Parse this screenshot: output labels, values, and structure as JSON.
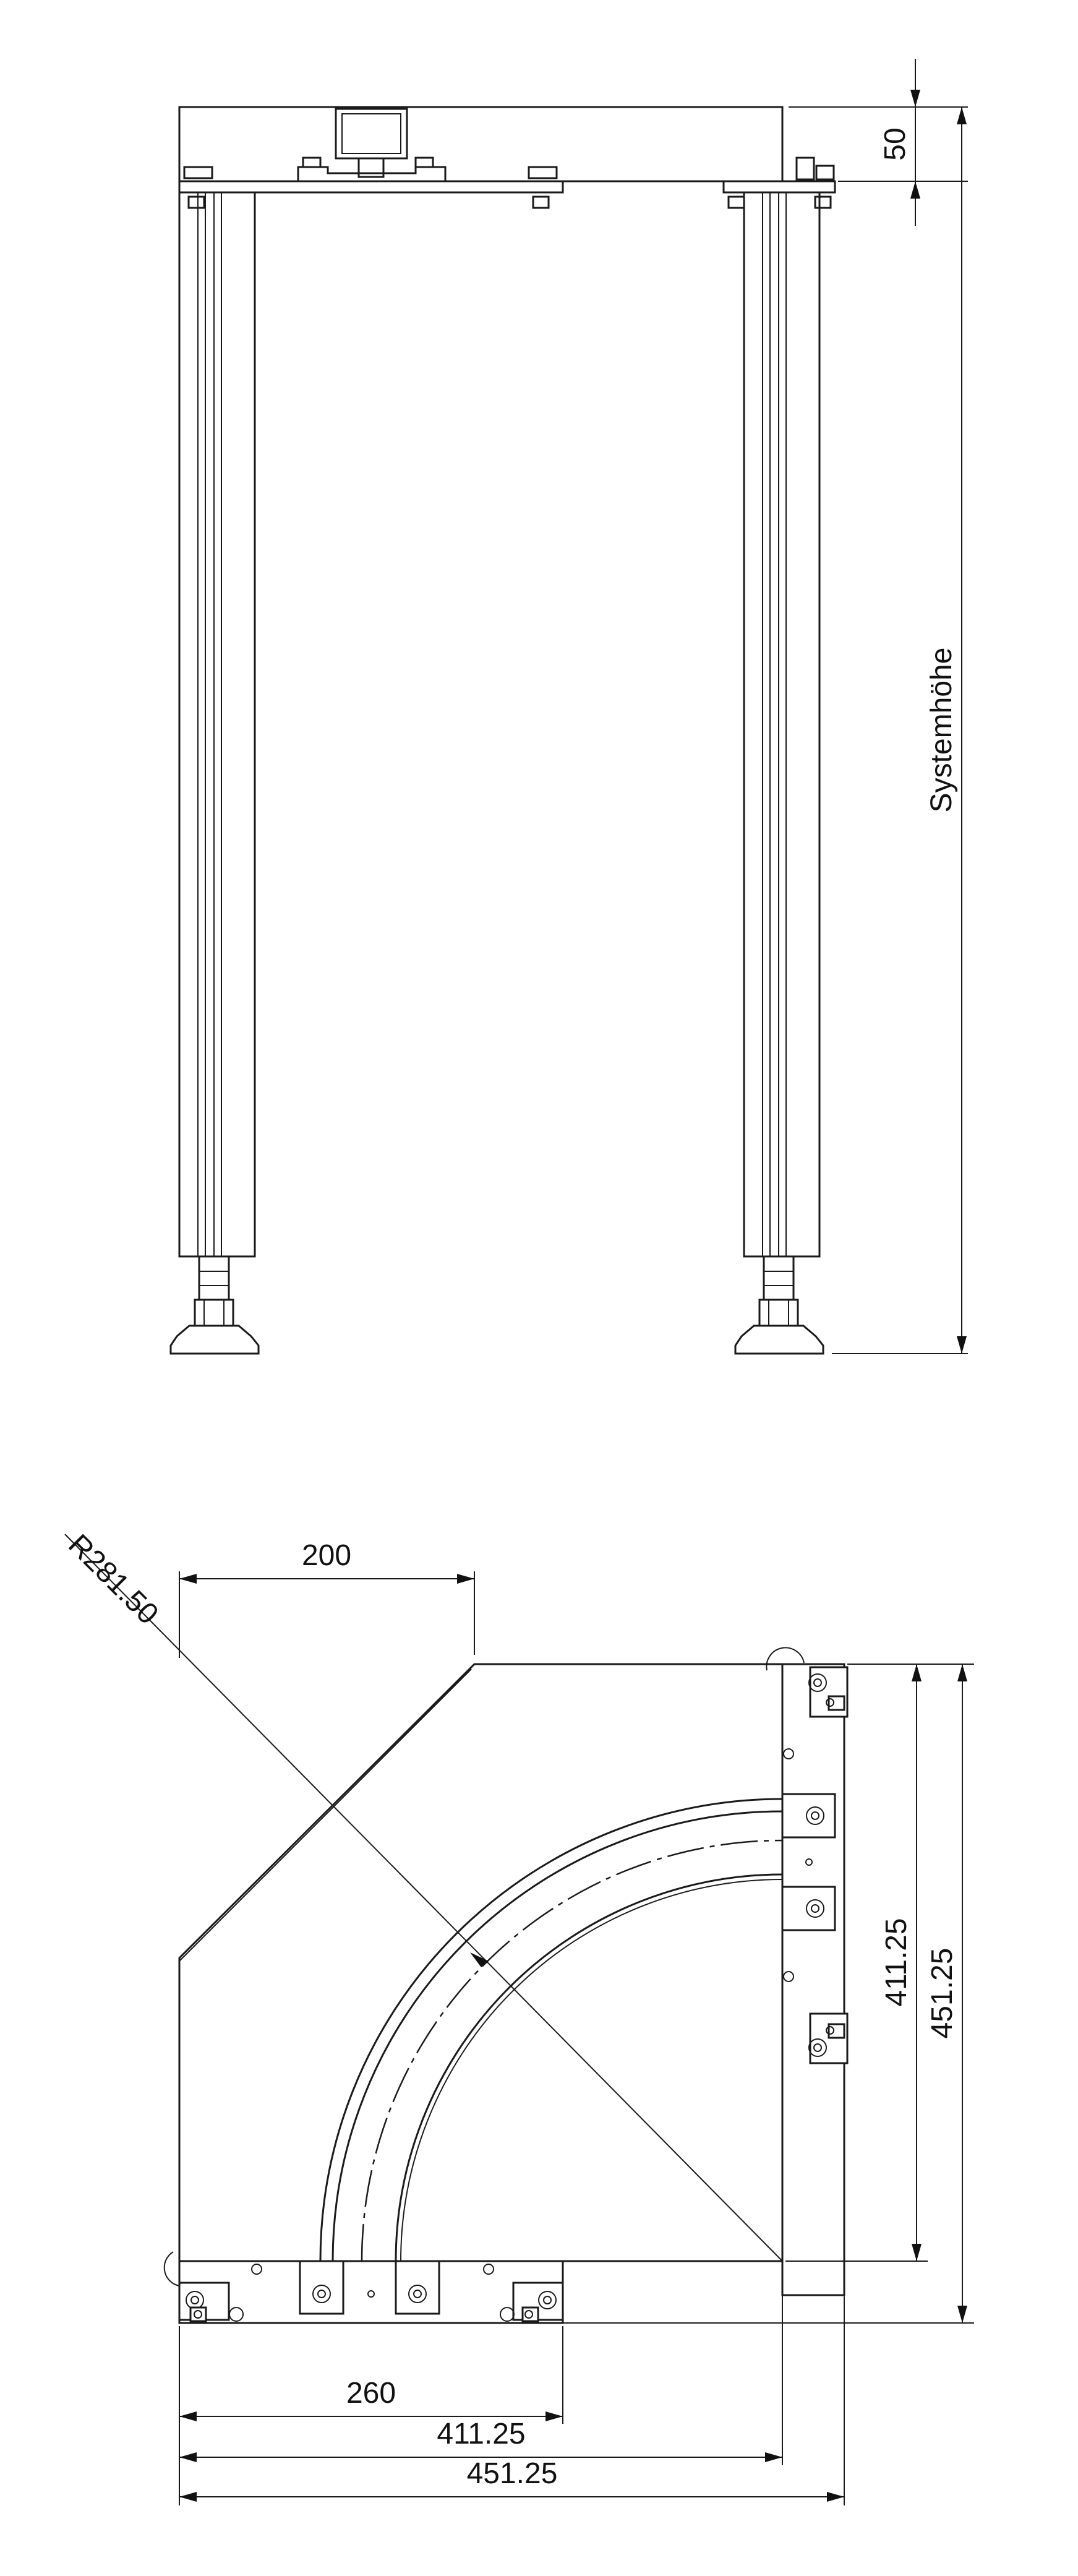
{
  "front_view": {
    "dim_top_offset": "50",
    "dim_system_height": "Systemhöhe"
  },
  "top_view": {
    "dim_radius": "R281.50",
    "dim_chamfer_width": "200",
    "dim_inner_height": "411.25",
    "dim_outer_height": "451.25",
    "dim_bottom_short": "260",
    "dim_bottom_inner": "411.25",
    "dim_bottom_outer": "451.25"
  },
  "colors": {
    "line": "#1a1a1a",
    "background": "#ffffff"
  }
}
